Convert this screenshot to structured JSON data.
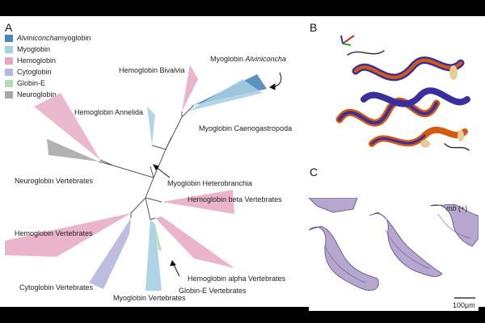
{
  "panels": {
    "a": "A",
    "b": "B",
    "c": "C"
  },
  "legend": [
    {
      "label_italic": "Alviniconcha",
      "label": " myoglobin",
      "color": "#4a86b8"
    },
    {
      "label_italic": "",
      "label": "Myoglobin",
      "color": "#a6cfe3"
    },
    {
      "label_italic": "",
      "label": "Hemoglobin",
      "color": "#e6a7c2"
    },
    {
      "label_italic": "",
      "label": "Cytoglobin",
      "color": "#b6b6dc"
    },
    {
      "label_italic": "",
      "label": "Globin-E",
      "color": "#b3dcb1"
    },
    {
      "label_italic": "",
      "label": "Neuroglobin",
      "color": "#a8a8a8"
    }
  ],
  "tree_labels": {
    "hb_bivalvia": "Hemoglobin Bivalvia",
    "mb_alvin_prefix": "Myoglobin ",
    "mb_alvin_italic": "Alviniconcha",
    "hb_annelida": "Hemoglobin Annelida",
    "mb_caeno": "Myoglobin Caenogastropoda",
    "ngb_vert": "Neuroglobin Vertebrates",
    "mb_hetero": "Myoglobin Heterobranchia",
    "hb_beta": "Hemoglobin beta Vertebrates",
    "hb_vert": "Hemoglobin Vertebrates",
    "hb_alpha": "Hemoglobin alpha Vertebrates",
    "globin_e": "Globin-E Vertebrates",
    "cygb_vert": "Cytoglobin Vertebrates",
    "mb_vert": "Myoglobin Vertebrates"
  },
  "micrograph": {
    "label_italic": "mb",
    "label_suffix": " (+)",
    "scale": "100µm"
  }
}
